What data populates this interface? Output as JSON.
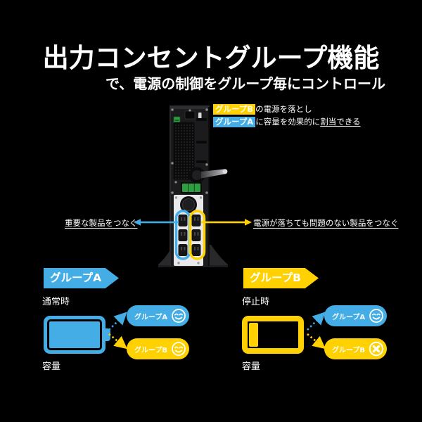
{
  "colors": {
    "blue": "#44ade6",
    "yellow": "#ffd100",
    "background": "#000000",
    "panel_white": "#e9e9eb"
  },
  "header": {
    "title": "出力コンセントグループ機能",
    "subtitle": "で、電源の制御をグループ毎にコントロール"
  },
  "device_note": {
    "line1": {
      "chip": "グループB",
      "rest": "の電源を落とし"
    },
    "line2": {
      "chip": "グループA",
      "rest_plain": "に容量を効果的に",
      "rest_underlined": "割当できる"
    }
  },
  "outlet_labels": {
    "left": "重要な製品をつなぐ",
    "right": "電源が落ちても問題のない製品をつなぐ"
  },
  "groups": [
    {
      "banner": "グループA",
      "condition": "通常時",
      "capacity_label": "容量",
      "battery_level": "full",
      "pills": [
        {
          "label": "グループA",
          "icon": "smiley"
        },
        {
          "label": "グループB",
          "icon": "smiley"
        }
      ]
    },
    {
      "banner": "グループB",
      "condition": "停止時",
      "capacity_label": "容量",
      "battery_level": "low",
      "pills": [
        {
          "label": "グループA",
          "icon": "smiley"
        },
        {
          "label": "グループB",
          "icon": "cross"
        }
      ]
    }
  ]
}
